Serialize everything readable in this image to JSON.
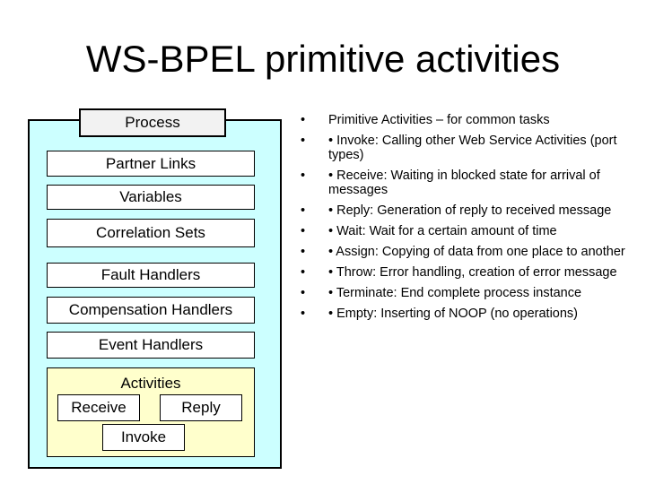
{
  "title": "WS-BPEL primitive activities",
  "diagram": {
    "process": "Process",
    "partner_links": "Partner Links",
    "variables": "Variables",
    "correlation_sets": "Correlation Sets",
    "fault_handlers": "Fault Handlers",
    "compensation_handlers": "Compensation Handlers",
    "event_handlers": "Event Handlers",
    "activities": "Activities",
    "receive": "Receive",
    "reply": "Reply",
    "invoke": "Invoke"
  },
  "bullets": [
    "Primitive Activities – for common tasks",
    "• Invoke: Calling other Web Service Activities (port types)",
    "• Receive: Waiting in blocked state for arrival of messages",
    "• Reply: Generation of reply to received message",
    "• Wait: Wait for a certain amount of time",
    "• Assign: Copying of data from one place to another",
    "• Throw: Error handling, creation of error message",
    "• Terminate: End complete process instance",
    "• Empty: Inserting of NOOP (no operations)"
  ],
  "bullet_glyph": "•"
}
